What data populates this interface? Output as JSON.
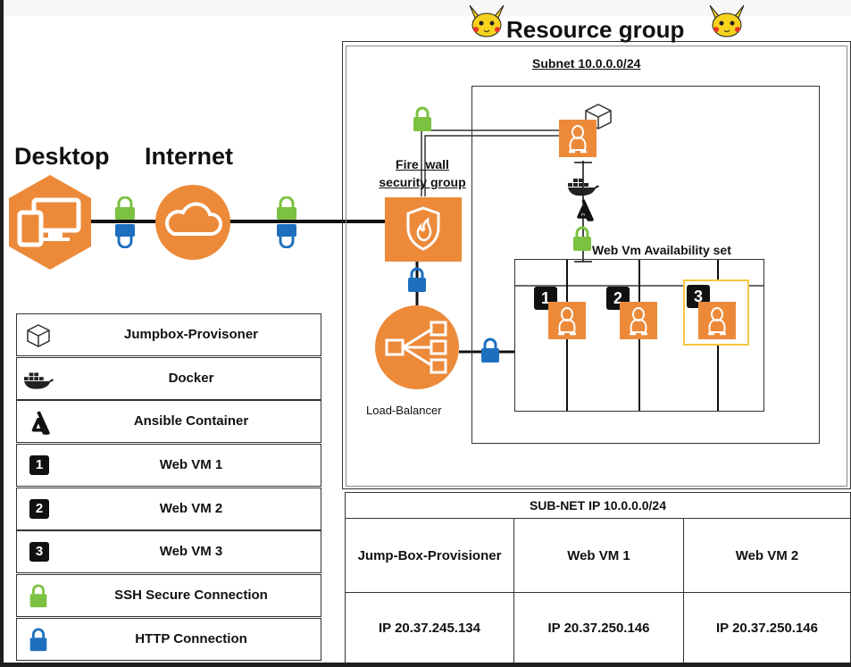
{
  "labels": {
    "resource_group": "Resource group",
    "subnet": "Subnet 10.0.0.0/24",
    "desktop": "Desktop",
    "internet": "Internet",
    "firewall_line1": "Fire  wall",
    "firewall_line2": "security group",
    "availability_set": "Web Vm Availability set",
    "load_balancer": "Load-Balancer"
  },
  "vm_numbers": [
    "1",
    "2",
    "3"
  ],
  "legend": [
    {
      "icon": "cube-icon",
      "label": "Jumpbox-Provisoner"
    },
    {
      "icon": "docker-icon",
      "label": "Docker"
    },
    {
      "icon": "ansible-icon",
      "label": "Ansible Container"
    },
    {
      "icon": "number-1-icon",
      "badge": "1",
      "label": "Web VM 1"
    },
    {
      "icon": "number-2-icon",
      "badge": "2",
      "label": "Web VM 2"
    },
    {
      "icon": "number-3-icon",
      "badge": "3",
      "label": "Web VM 3"
    },
    {
      "icon": "green-lock-icon",
      "label": "SSH Secure Connection"
    },
    {
      "icon": "blue-lock-icon",
      "label": "HTTP Connection"
    }
  ],
  "table": {
    "header": "SUB-NET IP 10.0.0.0/24",
    "columns": [
      "Jump-Box-Provisioner",
      "Web VM 1",
      "Web VM 2"
    ],
    "values": [
      "IP 20.37.245.134",
      "IP 20.37.250.146",
      "IP 20.37.250.146"
    ]
  },
  "colors": {
    "orange": "#ec8a3a",
    "ssh_lock": "#7cc142",
    "http_lock": "#1f6fbf",
    "highlight": "#f5c542"
  }
}
